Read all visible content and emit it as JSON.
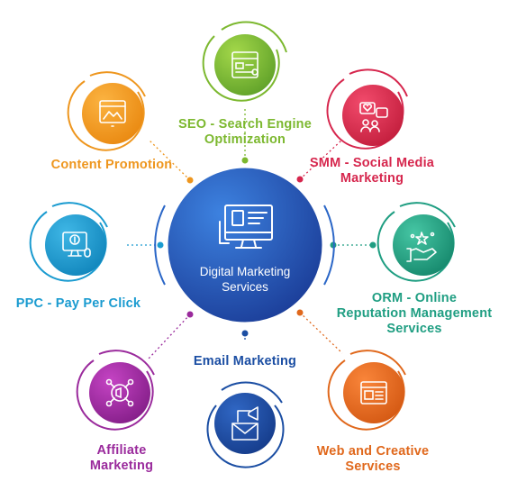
{
  "center": {
    "title_line1": "Digital Marketing",
    "title_line2": "Services"
  },
  "services": [
    {
      "id": "seo",
      "line1": "SEO - Search Engine",
      "line2": "Optimization",
      "color": "#7cb82f",
      "icon": "seo-page-search-icon"
    },
    {
      "id": "smm",
      "line1": "SMM - Social Media",
      "line2": "Marketing",
      "color": "#d6264d",
      "icon": "social-media-icon"
    },
    {
      "id": "orm",
      "line1": "ORM - Online",
      "line2": "Reputation Management",
      "line3": "Services",
      "color": "#1f9e82",
      "icon": "hand-stars-icon"
    },
    {
      "id": "web",
      "line1": "Web and Creative",
      "line2": "Services",
      "color": "#e0681c",
      "icon": "web-window-icon"
    },
    {
      "id": "email",
      "line1": "Email Marketing",
      "color": "#1b4ea3",
      "icon": "envelope-megaphone-icon"
    },
    {
      "id": "affiliate",
      "line1": "Affiliate",
      "line2": "Marketing",
      "color": "#9a2a9c",
      "icon": "network-megaphone-icon"
    },
    {
      "id": "ppc",
      "line1": "PPC - Pay Per Click",
      "color": "#1a9bd0",
      "icon": "monitor-dollar-icon"
    },
    {
      "id": "content",
      "line1": "Content Promotion",
      "color": "#ee961e",
      "icon": "content-browser-icon"
    }
  ]
}
